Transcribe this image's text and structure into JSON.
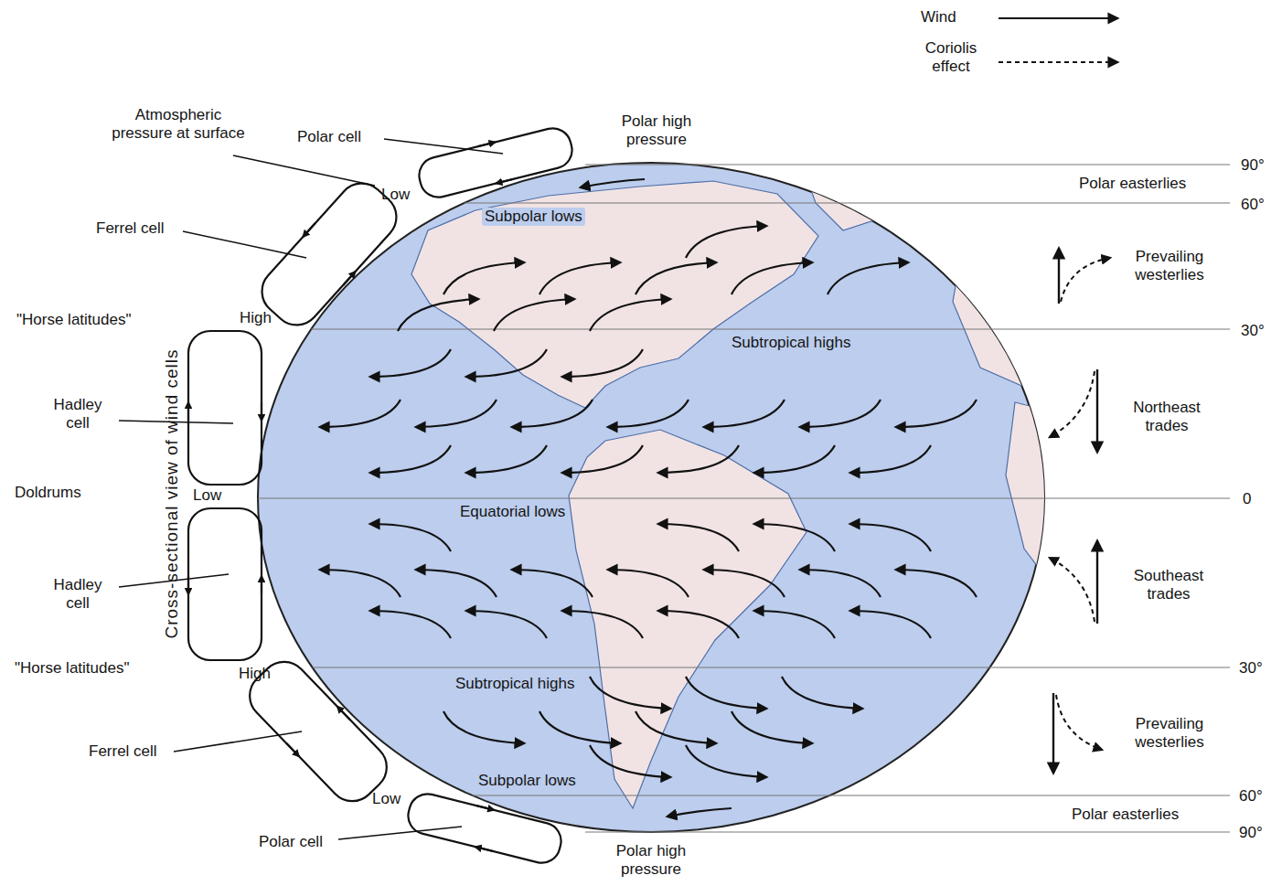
{
  "diagram": {
    "labels": [
      "Atmospheric pressure at surface",
      "Polar cell",
      "Polar high pressure",
      "Low",
      "Subpolar lows",
      "Ferrel cell",
      "\"Horse latitudes\"",
      "High",
      "Subtropical highs",
      "Hadley cell",
      "Doldrums",
      "Low",
      "Equatorial lows",
      "Hadley cell",
      "\"Horse latitudes\"",
      "High",
      "Subtropical highs",
      "Ferrel cell",
      "Subpolar lows",
      "Low",
      "Polar cell",
      "Polar high pressure",
      "Cross-sectional view of wind cells",
      "Polar easterlies",
      "Prevailing westerlies",
      "Northeast trades",
      "Southeast trades",
      "Prevailing westerlies",
      "Polar easterlies",
      "90°",
      "60°",
      "30°",
      "0",
      "30°",
      "60°",
      "90°"
    ],
    "legend": [
      {
        "text": "Wind"
      },
      {
        "text": "Coriolis effect"
      }
    ]
  }
}
